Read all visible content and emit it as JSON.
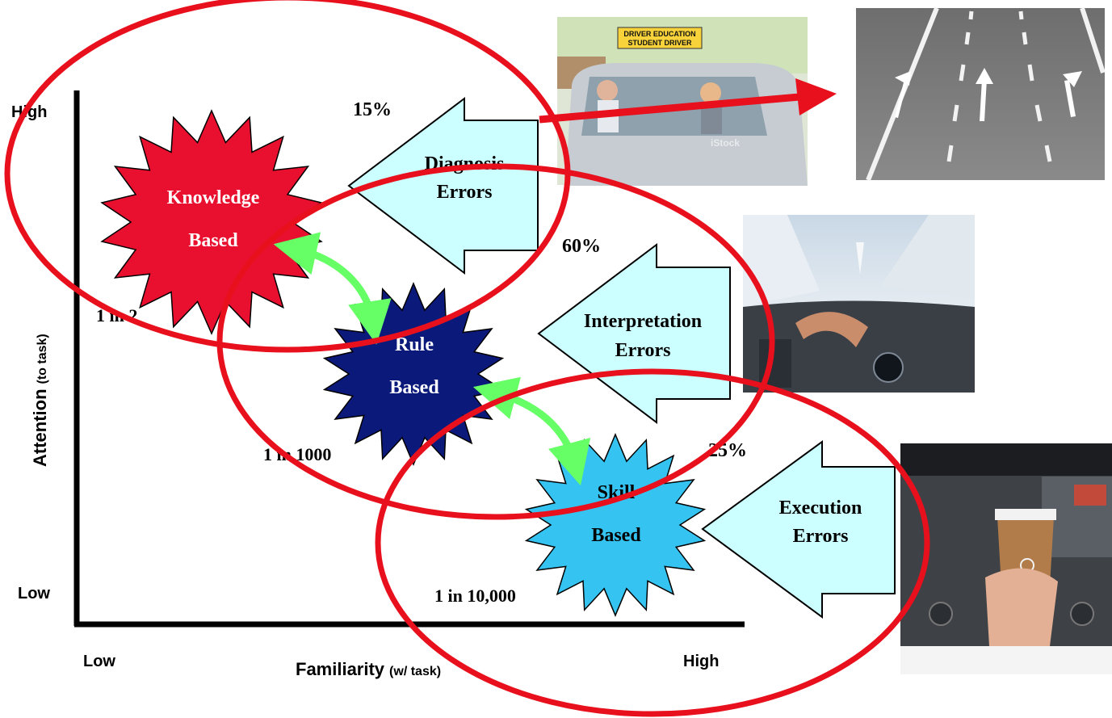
{
  "axes": {
    "y_label": "Attention",
    "y_label_suffix": "(to task)",
    "y_high": "High",
    "y_low": "Low",
    "x_label": "Familiarity",
    "x_label_suffix": "(w/ task)",
    "x_low": "Low",
    "x_high": "High"
  },
  "levels": [
    {
      "line1": "Knowledge",
      "line2": "Based",
      "rate": "1 in 2",
      "color": "#e8102e",
      "text_color": "#ffffff"
    },
    {
      "line1": "Rule",
      "line2": "Based",
      "rate": "1 in 1000",
      "color": "#0b1a7a",
      "text_color": "#ffffff"
    },
    {
      "line1": "Skill",
      "line2": "Based",
      "rate": "1 in 10,000",
      "color": "#35c4f2",
      "text_color": "#000000"
    }
  ],
  "errors": [
    {
      "line1": "Diagnosis",
      "line2": "Errors",
      "percent": "15%"
    },
    {
      "line1": "Interpretation",
      "line2": "Errors",
      "percent": "60%"
    },
    {
      "line1": "Execution",
      "line2": "Errors",
      "percent": "25%"
    }
  ],
  "photos": {
    "driver_sign_line1": "DRIVER EDUCATION",
    "driver_sign_line2": "STUDENT DRIVER",
    "watermark": "iStock"
  },
  "colors": {
    "ellipse": "#e8101c",
    "arrow_fill": "#ccffff",
    "connector": "#66ff66"
  }
}
